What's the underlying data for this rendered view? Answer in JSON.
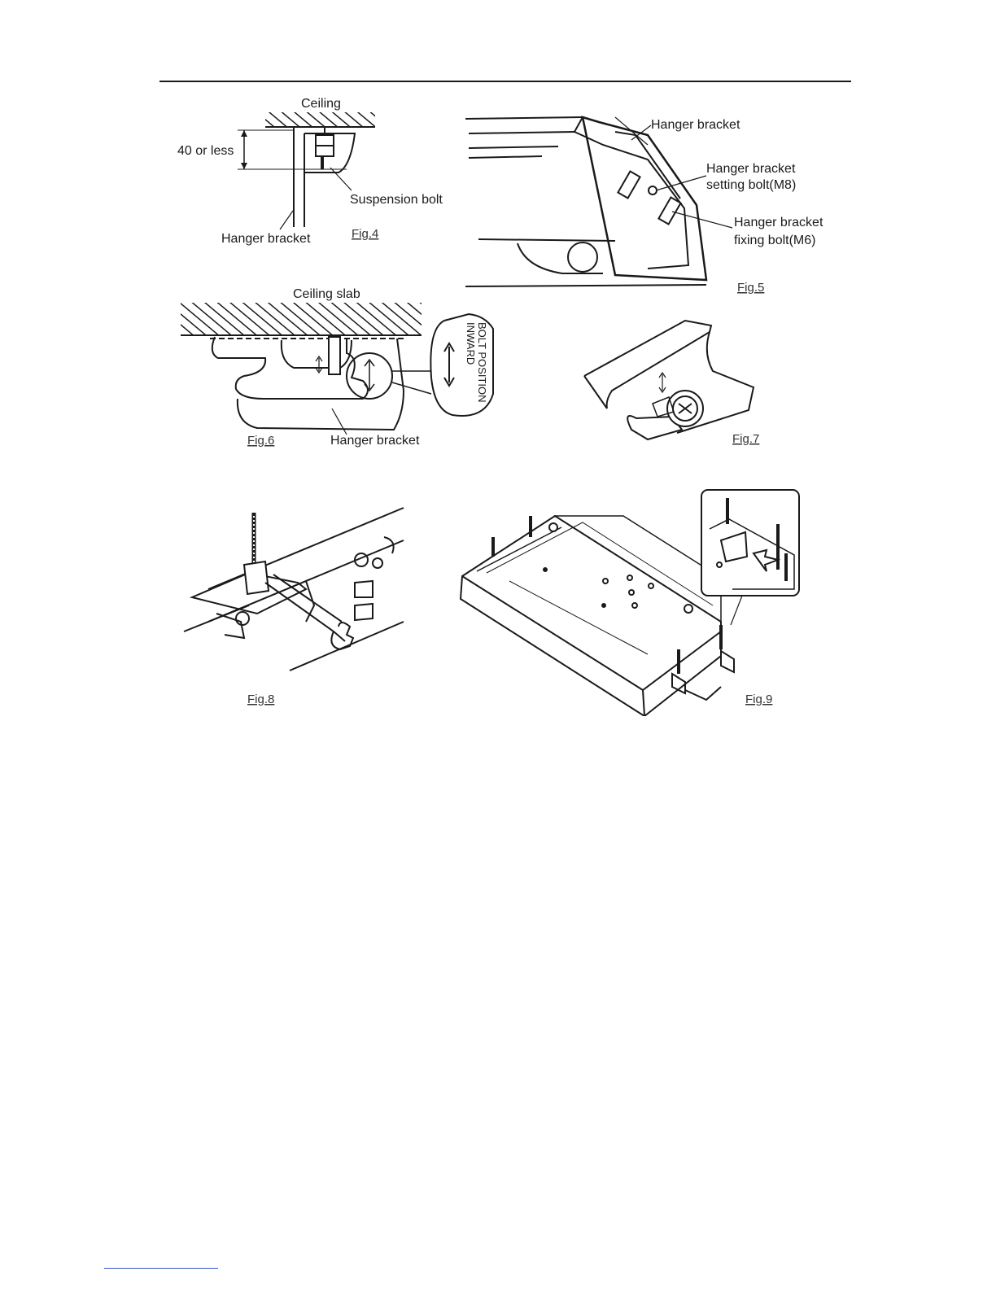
{
  "figures": {
    "fig4": {
      "ceiling_label": "Ceiling",
      "dimension_label": "40 or less",
      "suspension_bolt_label": "Suspension bolt",
      "hanger_bracket_label": "Hanger bracket",
      "caption": "Fig.4"
    },
    "fig5": {
      "hanger_bracket_label": "Hanger bracket",
      "setting_bolt_line1": "Hanger bracket",
      "setting_bolt_line2": "setting  bolt(M8)",
      "fixing_bolt_line1": "Hanger bracket",
      "fixing_bolt_line2": "fixing bolt(M6)",
      "caption": "Fig.5"
    },
    "fig6": {
      "ceiling_slab_label": "Ceiling slab",
      "bolt_position_line1": "BOLT POSITION",
      "bolt_position_line2": "INWARD",
      "hanger_bracket_label": "Hanger bracket",
      "caption": "Fig.6"
    },
    "fig7": {
      "caption": "Fig.7"
    },
    "fig8": {
      "caption": "Fig.8"
    },
    "fig9": {
      "caption": "Fig.9"
    }
  }
}
